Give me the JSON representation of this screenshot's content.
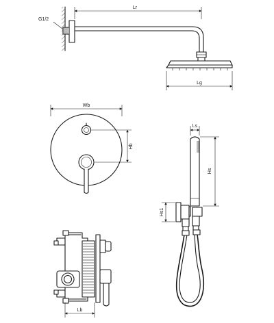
{
  "labels": {
    "g12": "G1/2",
    "lr": "Lr",
    "lg": "Lg",
    "wb": "Wb",
    "hb": "Hb",
    "ls": "Ls",
    "hs": "Hs",
    "hs1": "Hs1",
    "lb": "Lb"
  },
  "colors": {
    "line": "#1a1a1a",
    "background": "#ffffff"
  }
}
